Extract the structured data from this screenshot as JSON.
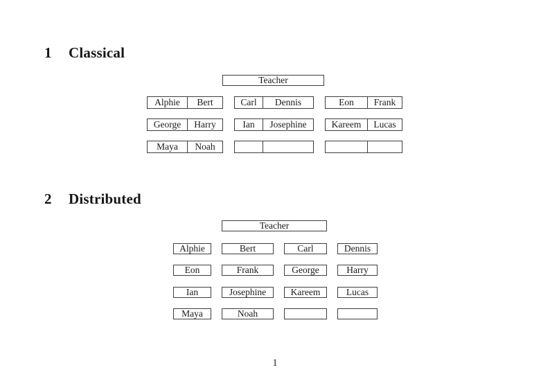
{
  "colors": {
    "background": "#ffffff",
    "border": "#3d3d3d",
    "text": "#1b1b1b"
  },
  "classical": {
    "heading_number": "1",
    "heading_title": "Classical",
    "teacher_label": "Teacher",
    "groups": [
      {
        "rows": [
          [
            "Alphie",
            "Bert"
          ],
          [
            "George",
            "Harry"
          ],
          [
            "Maya",
            "Noah"
          ]
        ]
      },
      {
        "rows": [
          [
            "Carl",
            "Dennis"
          ],
          [
            "Ian",
            "Josephine"
          ],
          [
            "",
            ""
          ]
        ]
      },
      {
        "rows": [
          [
            "Eon",
            "Frank"
          ],
          [
            "Kareem",
            "Lucas"
          ],
          [
            "",
            ""
          ]
        ]
      }
    ]
  },
  "distributed": {
    "heading_number": "2",
    "heading_title": "Distributed",
    "teacher_label": "Teacher",
    "rows": [
      [
        "Alphie",
        "Bert",
        "Carl",
        "Dennis"
      ],
      [
        "Eon",
        "Frank",
        "George",
        "Harry"
      ],
      [
        "Ian",
        "Josephine",
        "Kareem",
        "Lucas"
      ],
      [
        "Maya",
        "Noah",
        "",
        ""
      ]
    ]
  },
  "page": {
    "number": "1"
  }
}
